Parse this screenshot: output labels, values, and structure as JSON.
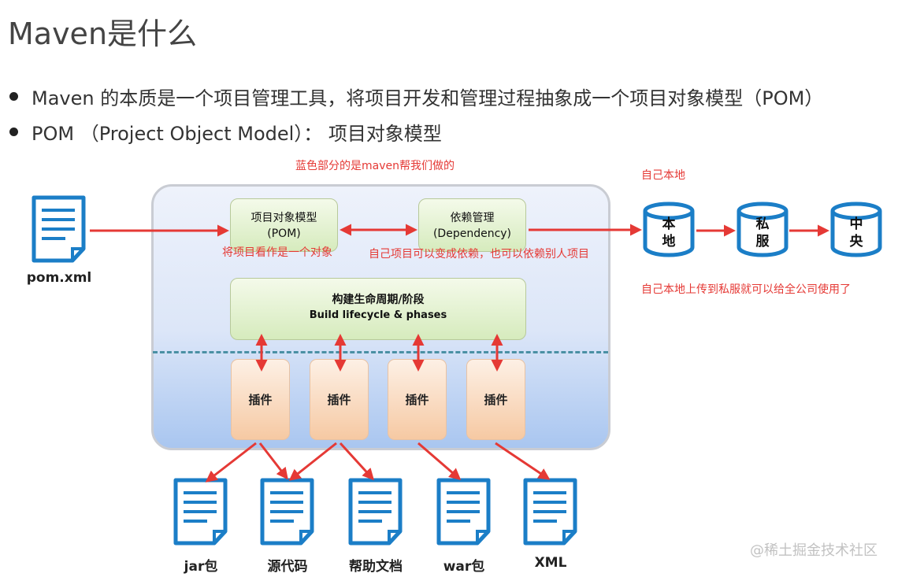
{
  "title": "Maven是什么",
  "bullets": [
    "Maven 的本质是一个项目管理工具，将项目开发和管理过程抽象成一个项目对象模型（POM）",
    "POM （Project Object Model）： 项目对象模型"
  ],
  "notes": {
    "blue_part": "蓝色部分的是maven帮我们做的",
    "local": "自己本地",
    "pom_note": "将项目看作是一个对象",
    "dep_note": "自己项目可以变成依赖，也可以依赖别人项目",
    "upload_note": "自己本地上传到私服就可以给全公司使用了"
  },
  "diagram": {
    "pom_file": "pom.xml",
    "pom_box": {
      "line1": "项目对象模型",
      "line2": "(POM)"
    },
    "dep_box": {
      "line1": "依赖管理",
      "line2": "(Dependency)"
    },
    "lifecycle": {
      "line1": "构建生命周期/阶段",
      "line2": "Build lifecycle & phases"
    },
    "plugins": [
      "插件",
      "插件",
      "插件",
      "插件"
    ],
    "repos": [
      {
        "line1": "本",
        "line2": "地"
      },
      {
        "line1": "私",
        "line2": "服"
      },
      {
        "line1": "中",
        "line2": "央"
      }
    ],
    "outputs": [
      "jar包",
      "源代码",
      "帮助文档",
      "war包",
      "XML"
    ]
  },
  "colors": {
    "arrow": "#e53935",
    "doc_blue": "#1b7ec7",
    "note": "#e53935"
  },
  "watermark": "@稀土掘金技术社区"
}
